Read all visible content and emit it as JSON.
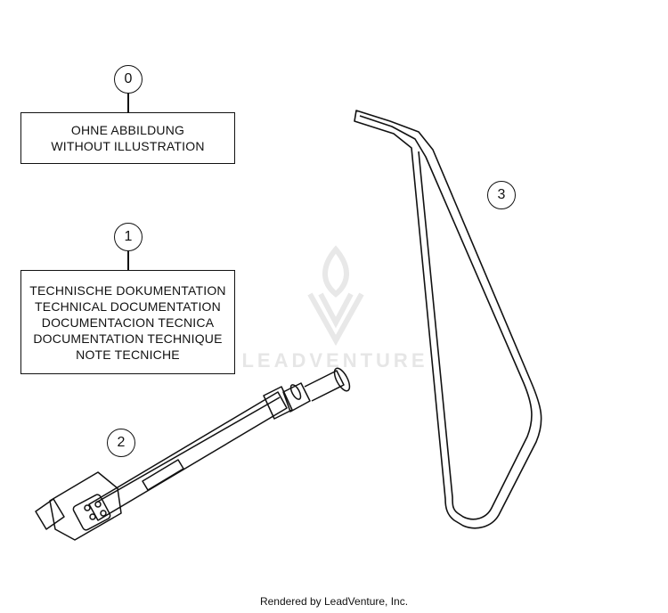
{
  "callouts": [
    {
      "number": "0"
    },
    {
      "number": "1"
    },
    {
      "number": "2"
    },
    {
      "number": "3"
    }
  ],
  "labels": {
    "box0": [
      "OHNE ABBILDUNG",
      "WITHOUT ILLUSTRATION"
    ],
    "box1": [
      "TECHNISCHE DOKUMENTATION",
      "TECHNICAL DOCUMENTATION",
      "DOCUMENTACION TECNICA",
      "DOCUMENTATION TECHNIQUE",
      "NOTE TECNICHE"
    ]
  },
  "watermark": "LEADVENTURE",
  "footer": "Rendered by LeadVenture, Inc.",
  "icons": {
    "part2": "tire-pressure-gauge-icon",
    "part3": "side-stand-icon",
    "watermark": "leadventure-logo-icon"
  }
}
